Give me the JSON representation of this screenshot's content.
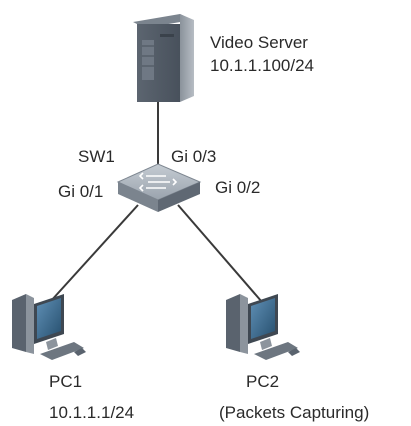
{
  "server": {
    "name": "Video Server",
    "ip": "10.1.1.100/24"
  },
  "switch": {
    "name": "SW1",
    "port_up": "Gi 0/3",
    "port_left": "Gi 0/1",
    "port_right": "Gi 0/2"
  },
  "pc1": {
    "name": "PC1",
    "ip": "10.1.1.1/24"
  },
  "pc2": {
    "name": "PC2",
    "note": "(Packets Capturing)"
  },
  "colors": {
    "link": "#3a3a3a",
    "device_dark": "#3d4650",
    "device_face": "#5b6470",
    "device_light": "#9aa2ab",
    "screen": "#2d5f86"
  },
  "icons": {
    "server": "tower-server-icon",
    "switch": "network-switch-icon",
    "pc": "desktop-pc-icon"
  }
}
